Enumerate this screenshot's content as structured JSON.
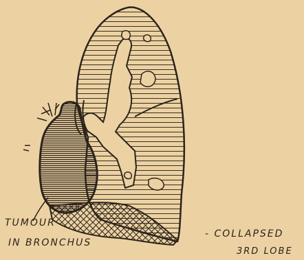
{
  "colors": {
    "paper": "#ecd2a3",
    "ink": "#2c231b"
  },
  "labels": {
    "tumour_line1": "TUMOUR",
    "tumour_line2": "IN BRONCHUS",
    "collapsed_line1": "- COLLAPSED",
    "collapsed_line2": "3RD LOBE"
  }
}
